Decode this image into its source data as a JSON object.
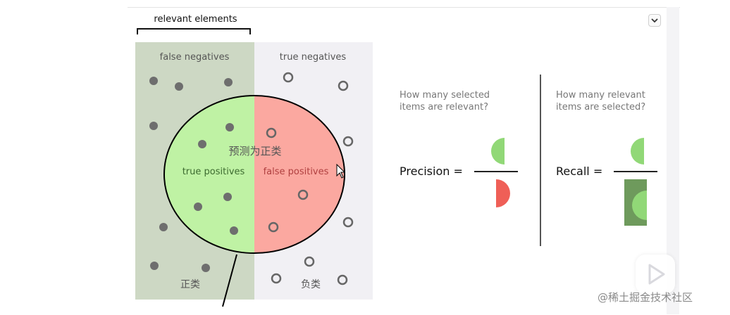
{
  "diagram": {
    "relevant_elements_label": "relevant elements",
    "false_negatives_label": "false negatives",
    "true_negatives_label": "true negatives",
    "predicted_positive_label": "预测为正类",
    "true_positives_label": "true positives",
    "false_positives_label": "false positives",
    "positive_class_label": "正类",
    "negative_class_label": "负类"
  },
  "precision": {
    "question": [
      "How many selected",
      "items are relevant?"
    ],
    "label": "Precision ="
  },
  "recall": {
    "question": [
      "How many relevant",
      "items are selected?"
    ],
    "label": "Recall ="
  },
  "overlay": {
    "watermark": "@稀土掘金技术社区",
    "play_icon": "play-icon",
    "collapse_icon": "chevron-down-icon"
  },
  "colors": {
    "relevant_bg": "#cdd8c4",
    "nonrelevant_bg": "#f1f0f4",
    "true_positive": "#bff2a4",
    "false_positive": "#fba8a0",
    "dot": "#6e6e6e",
    "precision_green": "#91d877",
    "precision_red": "#ef5f57",
    "recall_dark_green": "#6e9a5c"
  }
}
